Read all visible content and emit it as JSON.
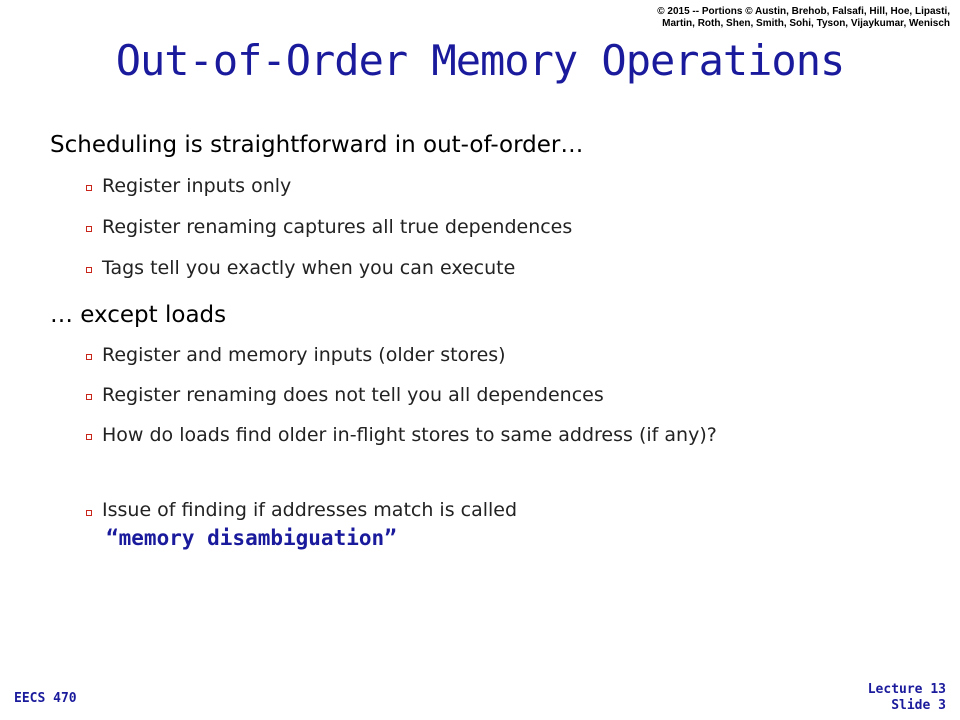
{
  "copyright": {
    "line1": "© 2015 -- Portions © Austin, Brehob, Falsafi, Hill, Hoe, Lipasti,",
    "line2": "Martin, Roth, Shen, Smith, Sohi, Tyson, Vijaykumar, Wenisch"
  },
  "title": "Out-of-Order Memory Operations",
  "section1": {
    "heading": "Scheduling is straightforward in out-of-order…",
    "bullets": [
      "Register inputs only",
      "Register renaming captures all true dependences",
      "Tags tell you exactly when you can execute"
    ]
  },
  "section2": {
    "heading": "… except loads",
    "bullets": [
      "Register and memory inputs (older stores)",
      "Register renaming does not tell you all dependences",
      "How do loads find older in-flight stores to same address (if any)?",
      "Issue of finding if addresses match is called"
    ],
    "highlight": "“memory disambiguation”"
  },
  "footer": {
    "course": "EECS 470",
    "lecture": "Lecture 13",
    "slide": "Slide 3"
  },
  "colors": {
    "title": "#1a1a9c",
    "bullet_marker": "#c8261a"
  }
}
